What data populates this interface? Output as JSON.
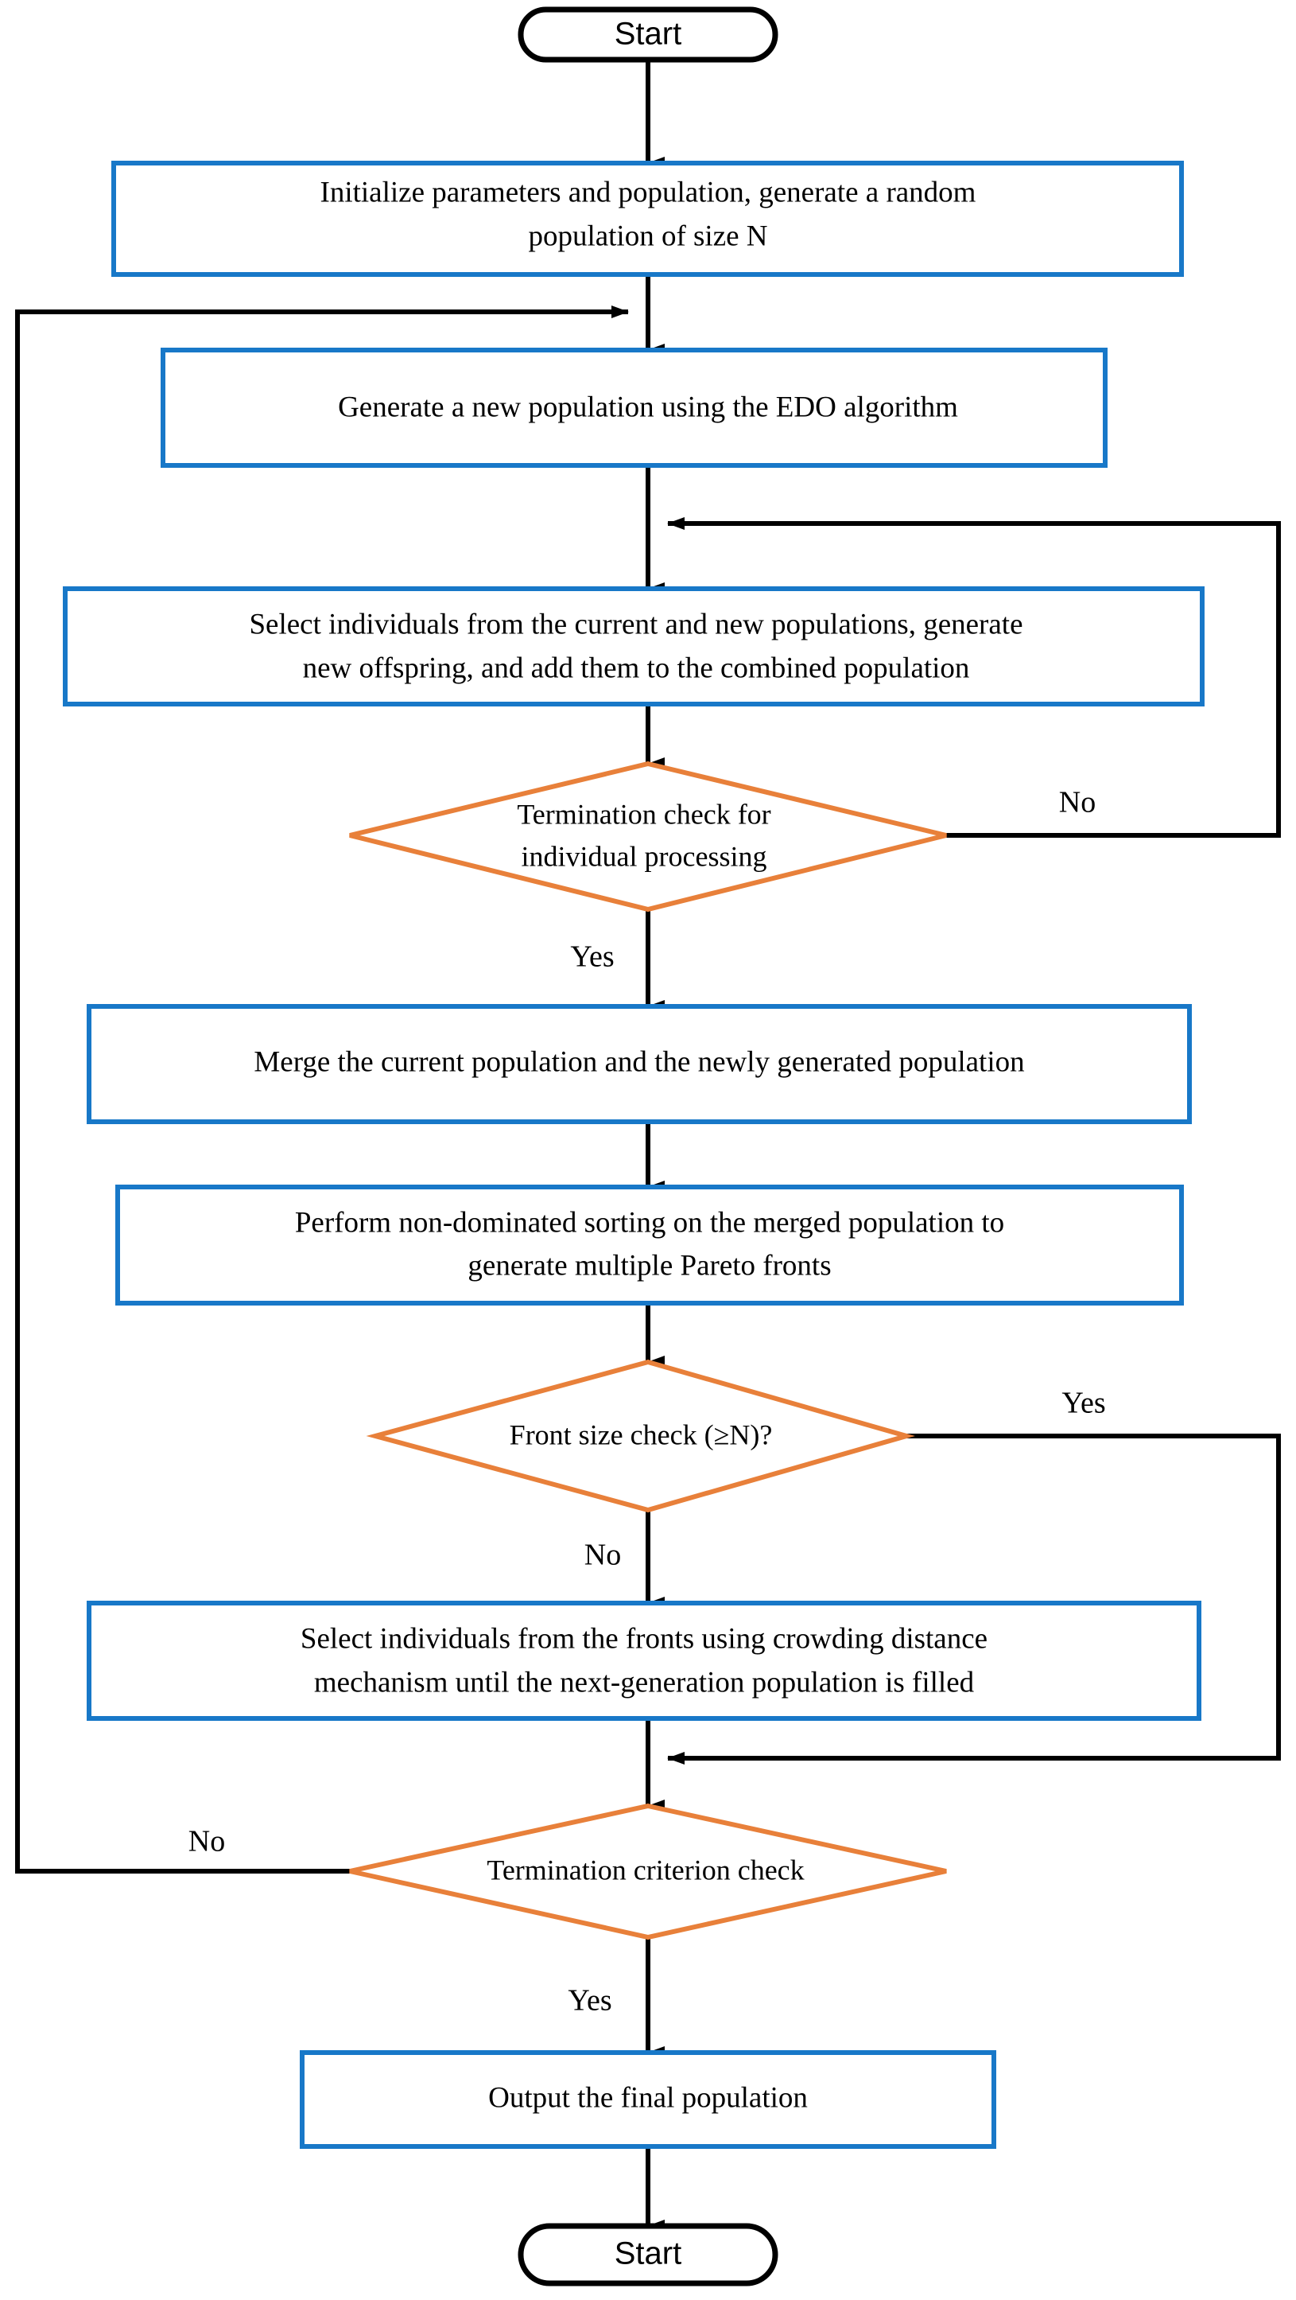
{
  "diagram": {
    "title": "EDO-based multi-objective optimization algorithm flowchart",
    "colors": {
      "process_border": "#1878C8",
      "decision_border": "#E8803A",
      "terminal_border": "#000000",
      "connector": "#000000",
      "background": "#FFFFFF"
    },
    "nodes": {
      "start_top": {
        "type": "terminal",
        "label": "Start"
      },
      "initialize": {
        "type": "process",
        "line1": "Initialize parameters and population, generate a random",
        "line2": "population of size N"
      },
      "generate_new": {
        "type": "process",
        "line1": "Generate a new population using the EDO  algorithm"
      },
      "select_current_new": {
        "type": "process",
        "line1": "Select individuals from the current and new populations, generate",
        "line2": "new offspring, and add them to the combined population"
      },
      "termination_individual": {
        "type": "decision",
        "line1": "Termination check for",
        "line2": "individual processing"
      },
      "merge": {
        "type": "process",
        "line1": "Merge the current population and the newly generated population"
      },
      "non_dominated_sort": {
        "type": "process",
        "line1": "Perform non-dominated sorting on the merged population to",
        "line2": "generate multiple Pareto fronts"
      },
      "front_size_check": {
        "type": "decision",
        "line1": "Front size check (≥N)?"
      },
      "crowding_distance": {
        "type": "process",
        "line1": "Select individuals from the fronts using crowding distance",
        "line2": "mechanism until the next-generation population is filled"
      },
      "termination_criterion": {
        "type": "decision",
        "line1": "Termination criterion check"
      },
      "output_final": {
        "type": "process",
        "line1": "Output the final population"
      },
      "start_bottom": {
        "type": "terminal",
        "label": "Start"
      }
    },
    "edge_labels": {
      "termination_individual_no": "No",
      "termination_individual_yes": "Yes",
      "front_size_check_yes": "Yes",
      "front_size_check_no": "No",
      "termination_criterion_no": "No",
      "termination_criterion_yes": "Yes"
    }
  }
}
